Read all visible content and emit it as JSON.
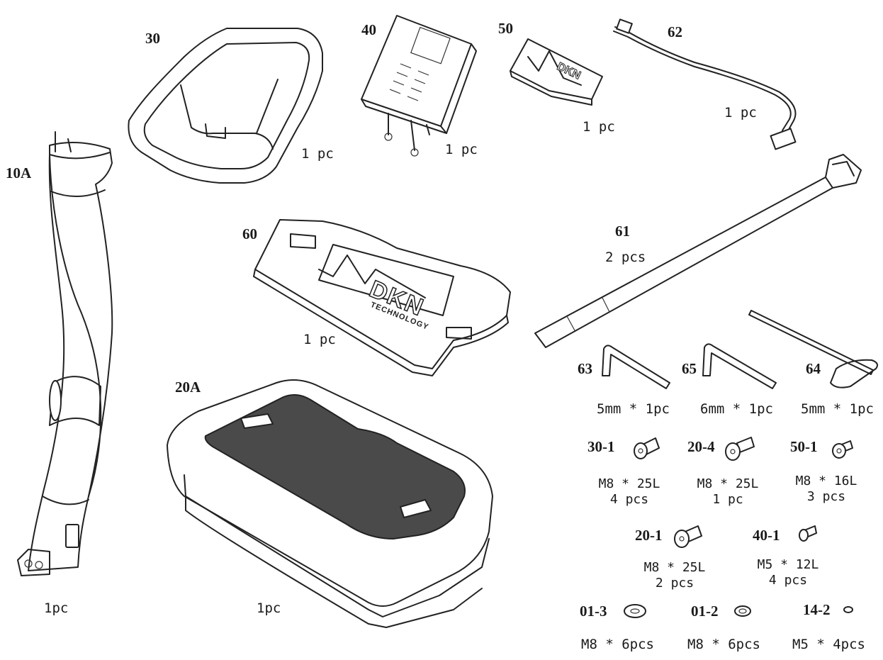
{
  "parts": [
    {
      "id": "10A",
      "label": "10A",
      "qty": "1pc"
    },
    {
      "id": "20A",
      "label": "20A",
      "qty": "1pc"
    },
    {
      "id": "30",
      "label": "30",
      "qty": "1 pc"
    },
    {
      "id": "40",
      "label": "40",
      "qty": "1 pc"
    },
    {
      "id": "50",
      "label": "50",
      "qty": "1 pc"
    },
    {
      "id": "60",
      "label": "60",
      "qty": "1 pc"
    },
    {
      "id": "61",
      "label": "61",
      "qty": "2 pcs"
    },
    {
      "id": "62",
      "label": "62",
      "qty": "1 pc"
    },
    {
      "id": "63",
      "label": "63",
      "qty": "5mm * 1pc"
    },
    {
      "id": "65",
      "label": "65",
      "qty": "6mm * 1pc"
    },
    {
      "id": "64",
      "label": "64",
      "qty": "5mm * 1pc"
    }
  ],
  "hardware": [
    {
      "id": "30-1",
      "label": "30-1",
      "size": "M8 * 25L",
      "qty": "4 pcs"
    },
    {
      "id": "20-4",
      "label": "20-4",
      "size": "M8 * 25L",
      "qty": "1 pc"
    },
    {
      "id": "50-1",
      "label": "50-1",
      "size": "M8 * 16L",
      "qty": "3 pcs"
    },
    {
      "id": "20-1",
      "label": "20-1",
      "size": "M8 * 25L",
      "qty": "2 pcs"
    },
    {
      "id": "40-1",
      "label": "40-1",
      "size": "M5 * 12L",
      "qty": "4 pcs"
    },
    {
      "id": "01-3",
      "label": "01-3",
      "qty": "M8 * 6pcs"
    },
    {
      "id": "01-2",
      "label": "01-2",
      "qty": "M8 * 6pcs"
    },
    {
      "id": "14-2",
      "label": "14-2",
      "qty": "M5 * 4pcs"
    }
  ],
  "logo_text": "DKN",
  "logo_sub": "TECHNOLOGY",
  "colors": {
    "line": "#222222",
    "mat": "#4a4a4a",
    "background": "#ffffff"
  }
}
